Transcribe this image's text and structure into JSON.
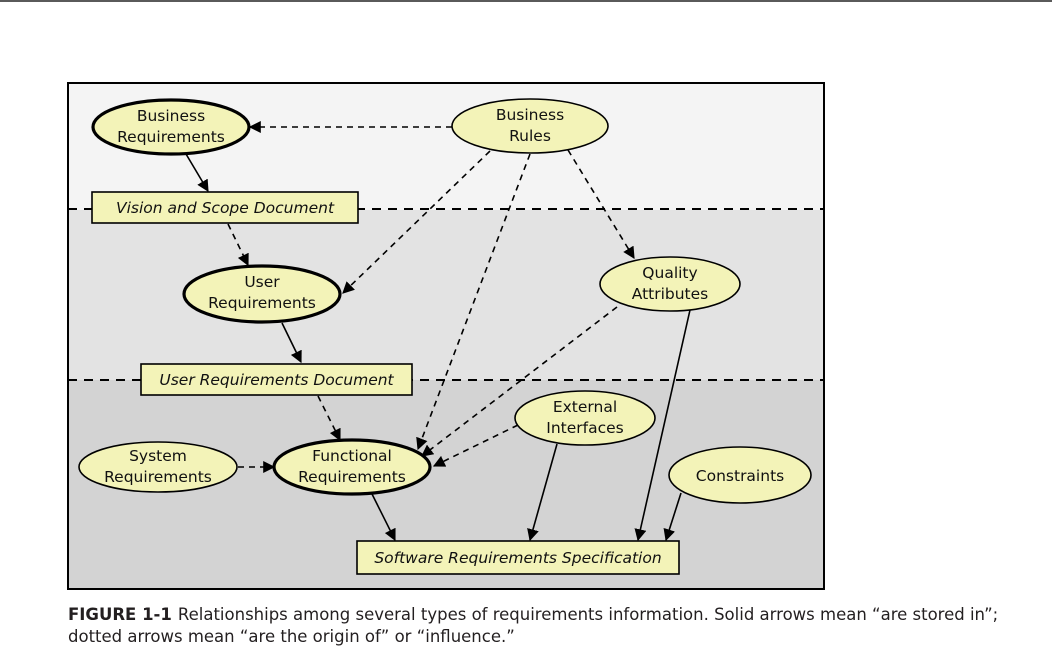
{
  "nodes": {
    "business_requirements": [
      "Business",
      "Requirements"
    ],
    "business_rules": [
      "Business",
      "Rules"
    ],
    "user_requirements": [
      "User",
      "Requirements"
    ],
    "quality_attributes": [
      "Quality",
      "Attributes"
    ],
    "external_interfaces": [
      "External",
      "Interfaces"
    ],
    "system_requirements": [
      "System",
      "Requirements"
    ],
    "functional_requirements": [
      "Functional",
      "Requirements"
    ],
    "constraints": [
      "Constraints"
    ]
  },
  "documents": {
    "vision_scope": "Vision and Scope Document",
    "user_requirements_doc": "User Requirements Document",
    "srs": "Software Requirements Specification"
  },
  "caption": {
    "label": "FIGURE 1-1",
    "text": "Relationships among several types of requirements information. Solid arrows mean “are stored in”; dotted arrows mean “are the origin of” or “influence.”"
  },
  "colors": {
    "node_fill": "#f3f3b8",
    "band_top": "#f4f4f4",
    "band_middle": "#e3e3e3",
    "band_bottom": "#d3d3d3",
    "stroke": "#000000"
  }
}
